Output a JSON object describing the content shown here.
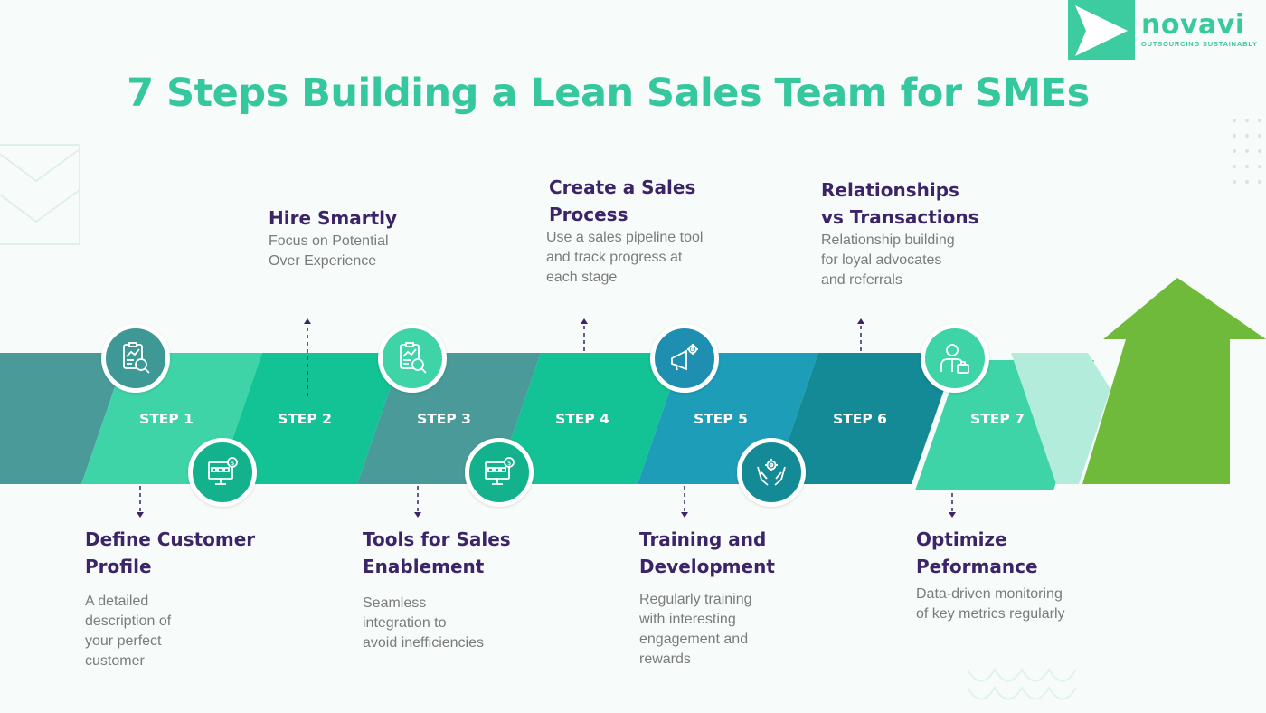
{
  "title": "7 Steps Building a Lean Sales Team for SMEs",
  "logo": {
    "name": "novavi",
    "tagline": "OUTSOURCING SUSTAINABLY"
  },
  "colors": {
    "title": "#35c79d",
    "heading": "#3b2467",
    "arrow": "#6fba3a",
    "band_teal_dark": "#4a9a9a",
    "band_mint": "#3fd3a8",
    "band_green": "#13c295",
    "band_blue": "#1e9db8",
    "band_dark_teal": "#138a96"
  },
  "steps": [
    {
      "label": "STEP 1",
      "title_lines": [
        "Define Customer",
        "Profile"
      ],
      "desc_lines": [
        "A detailed",
        "description of",
        "your perfect",
        "customer"
      ],
      "icon": "analytics-report-icon"
    },
    {
      "label": "STEP 2",
      "title_lines": [
        "Hire Smartly"
      ],
      "desc_lines": [
        "Focus on Potential",
        "Over Experience"
      ],
      "icon": "monitor-dollar-icon"
    },
    {
      "label": "STEP 3",
      "title_lines": [
        "Tools for Sales",
        "Enablement"
      ],
      "desc_lines": [
        "Seamless",
        "integration to",
        "avoid inefficiencies"
      ],
      "icon": "analytics-report-icon"
    },
    {
      "label": "STEP 4",
      "title_lines": [
        "Create a Sales",
        "Process"
      ],
      "desc_lines": [
        "Use a sales pipeline tool",
        "and track progress at",
        "each stage"
      ],
      "icon": "monitor-dollar-icon"
    },
    {
      "label": "STEP 5",
      "title_lines": [
        "Training and",
        "Development"
      ],
      "desc_lines": [
        "Regularly training",
        "with interesting",
        "engagement and",
        "rewards"
      ],
      "icon": "megaphone-gear-icon"
    },
    {
      "label": "STEP 6",
      "title_lines": [
        "Relationships",
        "vs Transactions"
      ],
      "desc_lines": [
        "Relationship building",
        "for loyal advocates",
        "and referrals"
      ],
      "icon": "hands-gear-icon"
    },
    {
      "label": "STEP 7",
      "title_lines": [
        "Optimize",
        "Peformance"
      ],
      "desc_lines": [
        "Data-driven monitoring",
        "of key metrics regularly"
      ],
      "icon": "businessman-icon"
    }
  ]
}
